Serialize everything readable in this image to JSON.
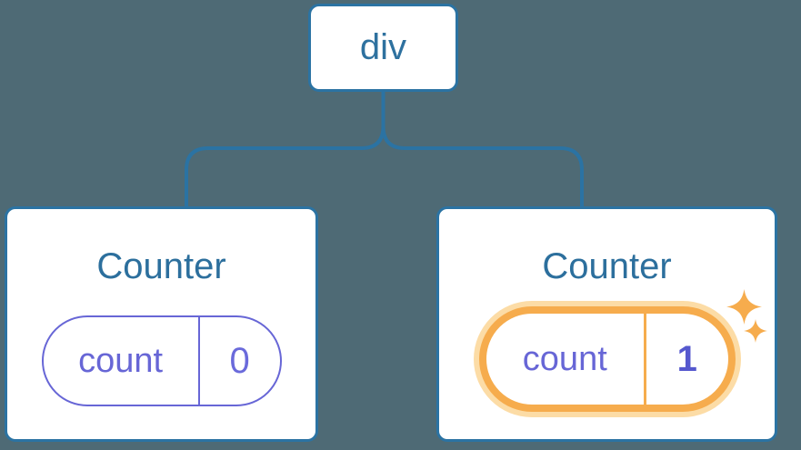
{
  "diagram": {
    "description": "React component tree: div root with two Counter children",
    "root_node": {
      "label": "div"
    },
    "nodes": [
      {
        "title": "Counter",
        "state": {
          "name": "count",
          "value": "0"
        },
        "highlighted": false
      },
      {
        "title": "Counter",
        "state": {
          "name": "count",
          "value": "1"
        },
        "highlighted": true
      }
    ]
  },
  "icons": {
    "sparkle": "four-point-star"
  },
  "colors": {
    "background": "#4E6A75",
    "connector_blue": "#2B73A3",
    "node_border_blue": "#2B73A3",
    "text_blue": "#2C6F9D",
    "state_purple": "#6766D6",
    "state_value_purple": "#5558CE",
    "highlight_orange": "#F6AC4D",
    "highlight_halo": "#FCDCA6",
    "card_background": "#FFFFFF"
  }
}
